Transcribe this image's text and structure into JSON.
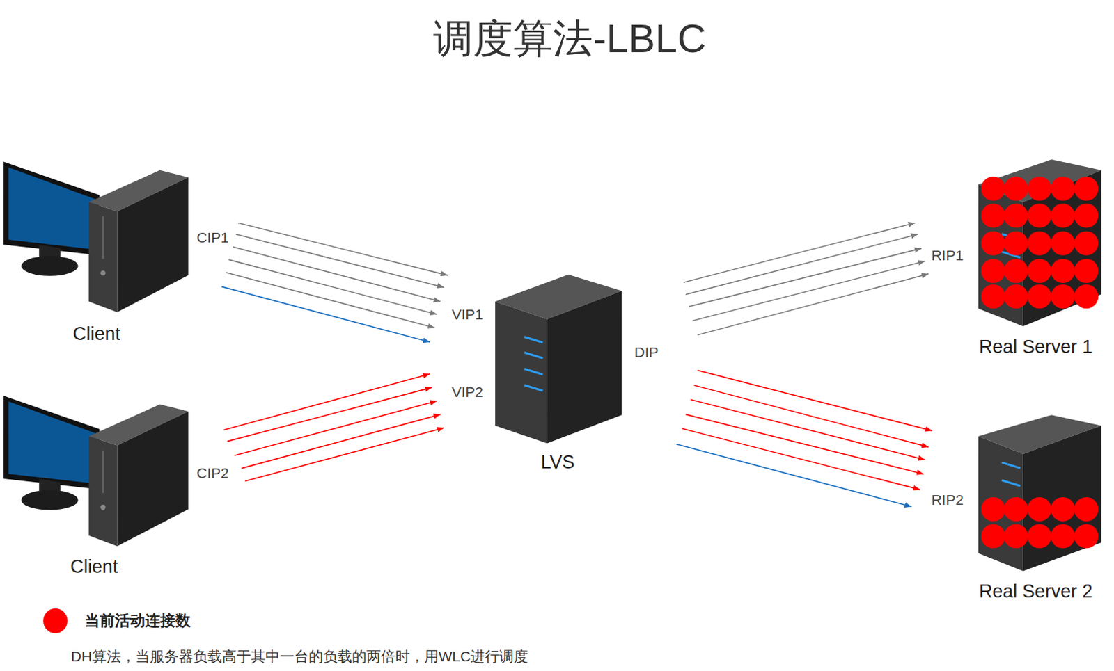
{
  "diagram": {
    "title": "调度算法-LBLC",
    "caption": "DH算法，当服务器负载高于其中一台的负载的两倍时，用WLC进行调度",
    "nodes": [
      {
        "text": [
          "Client"
        ]
      },
      {
        "text": [
          "Client"
        ]
      },
      {
        "text": [
          "LVS"
        ]
      },
      {
        "text": [
          "Real Server 1"
        ]
      },
      {
        "text": [
          "Real Server 2"
        ]
      }
    ],
    "edges": [
      {
        "from": 0,
        "to": 2,
        "arrow": "to"
      },
      {
        "from": 0,
        "to": 2,
        "arrow": "to"
      },
      {
        "from": 0,
        "to": 2,
        "arrow": "to"
      },
      {
        "from": 0,
        "to": 2,
        "arrow": "to"
      },
      {
        "from": 0,
        "to": 2,
        "arrow": "to"
      },
      {
        "from": 0,
        "to": 2,
        "arrow": "to"
      },
      {
        "from": 1,
        "to": 2,
        "arrow": "to"
      },
      {
        "from": 1,
        "to": 2,
        "arrow": "to"
      },
      {
        "from": 1,
        "to": 2,
        "arrow": "to"
      },
      {
        "from": 1,
        "to": 2,
        "arrow": "to"
      },
      {
        "from": 1,
        "to": 2,
        "arrow": "to"
      },
      {
        "from": 2,
        "to": 3,
        "arrow": "to"
      },
      {
        "from": 2,
        "to": 3,
        "arrow": "to"
      },
      {
        "from": 2,
        "to": 3,
        "arrow": "to"
      },
      {
        "from": 2,
        "to": 3,
        "arrow": "to"
      },
      {
        "from": 2,
        "to": 3,
        "arrow": "to"
      },
      {
        "from": 2,
        "to": 4,
        "arrow": "to"
      },
      {
        "from": 2,
        "to": 4,
        "arrow": "to"
      },
      {
        "from": 2,
        "to": 4,
        "arrow": "to"
      },
      {
        "from": 2,
        "to": 4,
        "arrow": "to"
      },
      {
        "from": 2,
        "to": 4,
        "arrow": "to"
      },
      {
        "from": 2,
        "to": 4,
        "arrow": "to"
      }
    ],
    "labels": [
      "CIP1",
      "VIP1",
      "VIP2",
      "CIP2",
      "DIP",
      "RIP1",
      "RIP2"
    ],
    "legend": [
      {
        "text": "当前活动连接数",
        "color": "#ff0000"
      }
    ]
  }
}
